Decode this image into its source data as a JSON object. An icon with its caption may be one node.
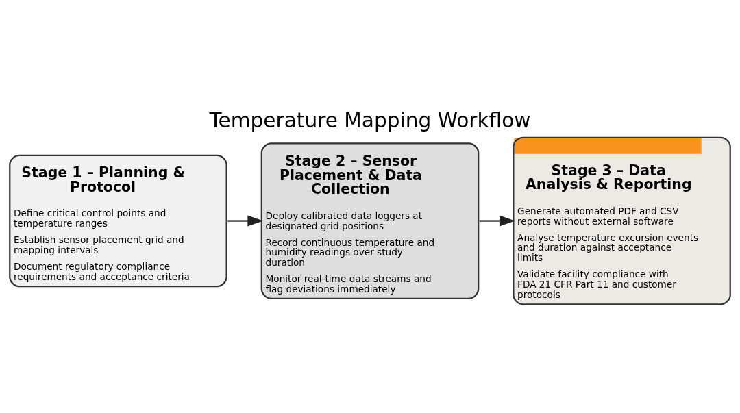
{
  "diagram": {
    "title": "Temperature Mapping Workflow",
    "nodes": [
      {
        "text": [
          "Stage 1 – Planning & Protocol",
          "Define critical control points and temperature ranges",
          "Establish sensor placement grid and mapping intervals",
          "Document regulatory compliance requirements and acceptance criteria"
        ]
      },
      {
        "text": [
          "Stage 2 – Sensor Placement & Data Collection",
          "Deploy calibrated data loggers at designated grid positions",
          "Record continuous temperature and humidity readings over study duration",
          "Monitor real-time data streams and flag deviations immediately"
        ]
      },
      {
        "text": [
          "Stage 3 – Data Analysis & Reporting",
          "Generate automated PDF and CSV reports without external software",
          "Analyse temperature excursion events and duration against acceptance limits",
          "Validate facility compliance with FDA 21 CFR Part 11 and customer protocols"
        ]
      }
    ],
    "edges": [
      {
        "from": 0,
        "to": 1,
        "arrow": "to"
      },
      {
        "from": 1,
        "to": 2,
        "arrow": "to"
      }
    ]
  }
}
